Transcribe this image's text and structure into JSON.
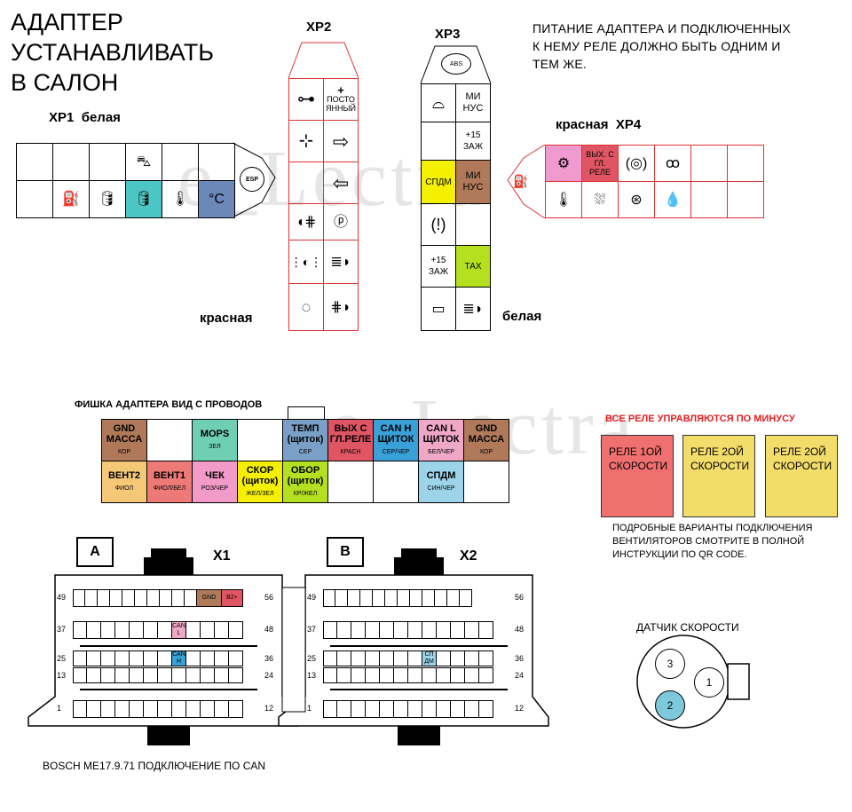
{
  "title_lines": [
    "АДАПТЕР",
    "УСТАНАВЛИВАТЬ",
    "В САЛОН"
  ],
  "top_note_lines": [
    "ПИТАНИЕ АДАПТЕРА И ПОДКЛЮЧЕННЫХ",
    "К НЕМУ РЕЛЕ ДОЛЖНО БЫТЬ ОДНИМ И",
    "ТЕМ ЖЕ."
  ],
  "watermark": "e_Lectra",
  "xp1": {
    "name": "XP1",
    "color_word": "белая",
    "esp": "ESP"
  },
  "xp2": {
    "name": "XP2",
    "color_word": "красная",
    "plus_label": "+",
    "plus_sub": "ПОСТО ЯННЫЙ"
  },
  "xp3": {
    "name": "XP3",
    "color_word": "белая",
    "abs": "ABS",
    "cells": {
      "minus1": "МИ НУС",
      "ign": "+15 ЗАЖ",
      "spdm": "СПДМ",
      "minus2": "МИ НУС",
      "ign2": "+15 ЗАЖ",
      "tax": "ТАХ"
    }
  },
  "xp4": {
    "name": "XP4",
    "color_word": "красная",
    "out": "ВЫХ. С ГЛ. РЕЛЕ"
  },
  "adapter": {
    "caption": "ФИШКА АДАПТЕРА ВИД С ПРОВОДОВ",
    "row1": [
      {
        "t": "GND МАССА",
        "s": "КОР",
        "c": "#b07a5a"
      },
      {
        "t": "",
        "s": "",
        "c": "#ffffff"
      },
      {
        "t": "MOPS",
        "s": "ЗЕЛ",
        "c": "#6fcfb2"
      },
      {
        "t": "",
        "s": "",
        "c": "#ffffff"
      },
      {
        "t": "ТЕМП (щиток)",
        "s": "СЕР",
        "c": "#7aa0c8"
      },
      {
        "t": "ВЫХ С ГЛ.РЕЛЕ",
        "s": "КРАСН",
        "c": "#e05563"
      },
      {
        "t": "CAN H ЩИТОК",
        "s": "СЕР/ЧЕР",
        "c": "#3aa0d8"
      },
      {
        "t": "CAN L ЩИТОК",
        "s": "БЕЛ/ЧЕР",
        "c": "#f0a8c8"
      },
      {
        "t": "GND МАССА",
        "s": "КОР",
        "c": "#b07a5a"
      }
    ],
    "row2": [
      {
        "t": "ВЕНТ2",
        "s": "ФИОЛ",
        "c": "#f5c878"
      },
      {
        "t": "ВЕНТ1",
        "s": "ФИОЛ/БЕЛ",
        "c": "#ee7a78"
      },
      {
        "t": "ЧЕК",
        "s": "РОЗ/ЧЕР",
        "c": "#f29ac8"
      },
      {
        "t": "СКОР (щиток)",
        "s": "ЖЕЛ/ЗЕЛ",
        "c": "#f5f000"
      },
      {
        "t": "ОБОР (щиток)",
        "s": "КР/ЖЕЛ",
        "c": "#b4e020"
      },
      {
        "t": "",
        "s": "",
        "c": "#ffffff"
      },
      {
        "t": "",
        "s": "",
        "c": "#ffffff"
      },
      {
        "t": "СПДМ",
        "s": "СИН/ЧЕР",
        "c": "#9cd4ea"
      },
      {
        "t": "",
        "s": "",
        "c": "#ffffff"
      }
    ]
  },
  "relays": {
    "header": "ВСЕ РЕЛЕ УПРАВЛЯЮТСЯ ПО МИНУСУ",
    "items": [
      {
        "label": "РЕЛЕ 1ОЙ СКОРОСТИ",
        "color": "#f07070"
      },
      {
        "label": "РЕЛЕ 2ОЙ СКОРОСТИ",
        "color": "#f2dc6a"
      },
      {
        "label": "РЕЛЕ 2ОЙ СКОРОСТИ",
        "color": "#f2dc6a"
      }
    ],
    "note_lines": [
      "ПОДРОБНЫЕ ВАРИАНТЫ ПОДКЛЮЧЕНИЯ",
      "ВЕНТИЛЯТОРОВ СМОТРИТЕ В ПОЛНОЙ",
      "ИНСТРУКЦИИ ПО QR CODE."
    ]
  },
  "ecu": {
    "a_tag": "A",
    "b_tag": "B",
    "x1": "X1",
    "x2": "X2",
    "pins": {
      "p49": "49",
      "p56": "56",
      "p37": "37",
      "p48": "48",
      "p25": "25",
      "p36": "36",
      "p13": "13",
      "p24": "24",
      "p1": "1",
      "p12": "12"
    },
    "gnd": "GND",
    "b2": "B2+",
    "canl": "CAN L",
    "canh": "CAN H",
    "spdm": "СП ДМ",
    "footer": "BOSCH ME17.9.71  ПОДКЛЮЧЕНИЕ ПО CAN"
  },
  "speed_sensor": {
    "title": "ДАТЧИК СКОРОСТИ",
    "pins": [
      "3",
      "1",
      "2"
    ],
    "highlight_color": "#7ec8dc"
  }
}
